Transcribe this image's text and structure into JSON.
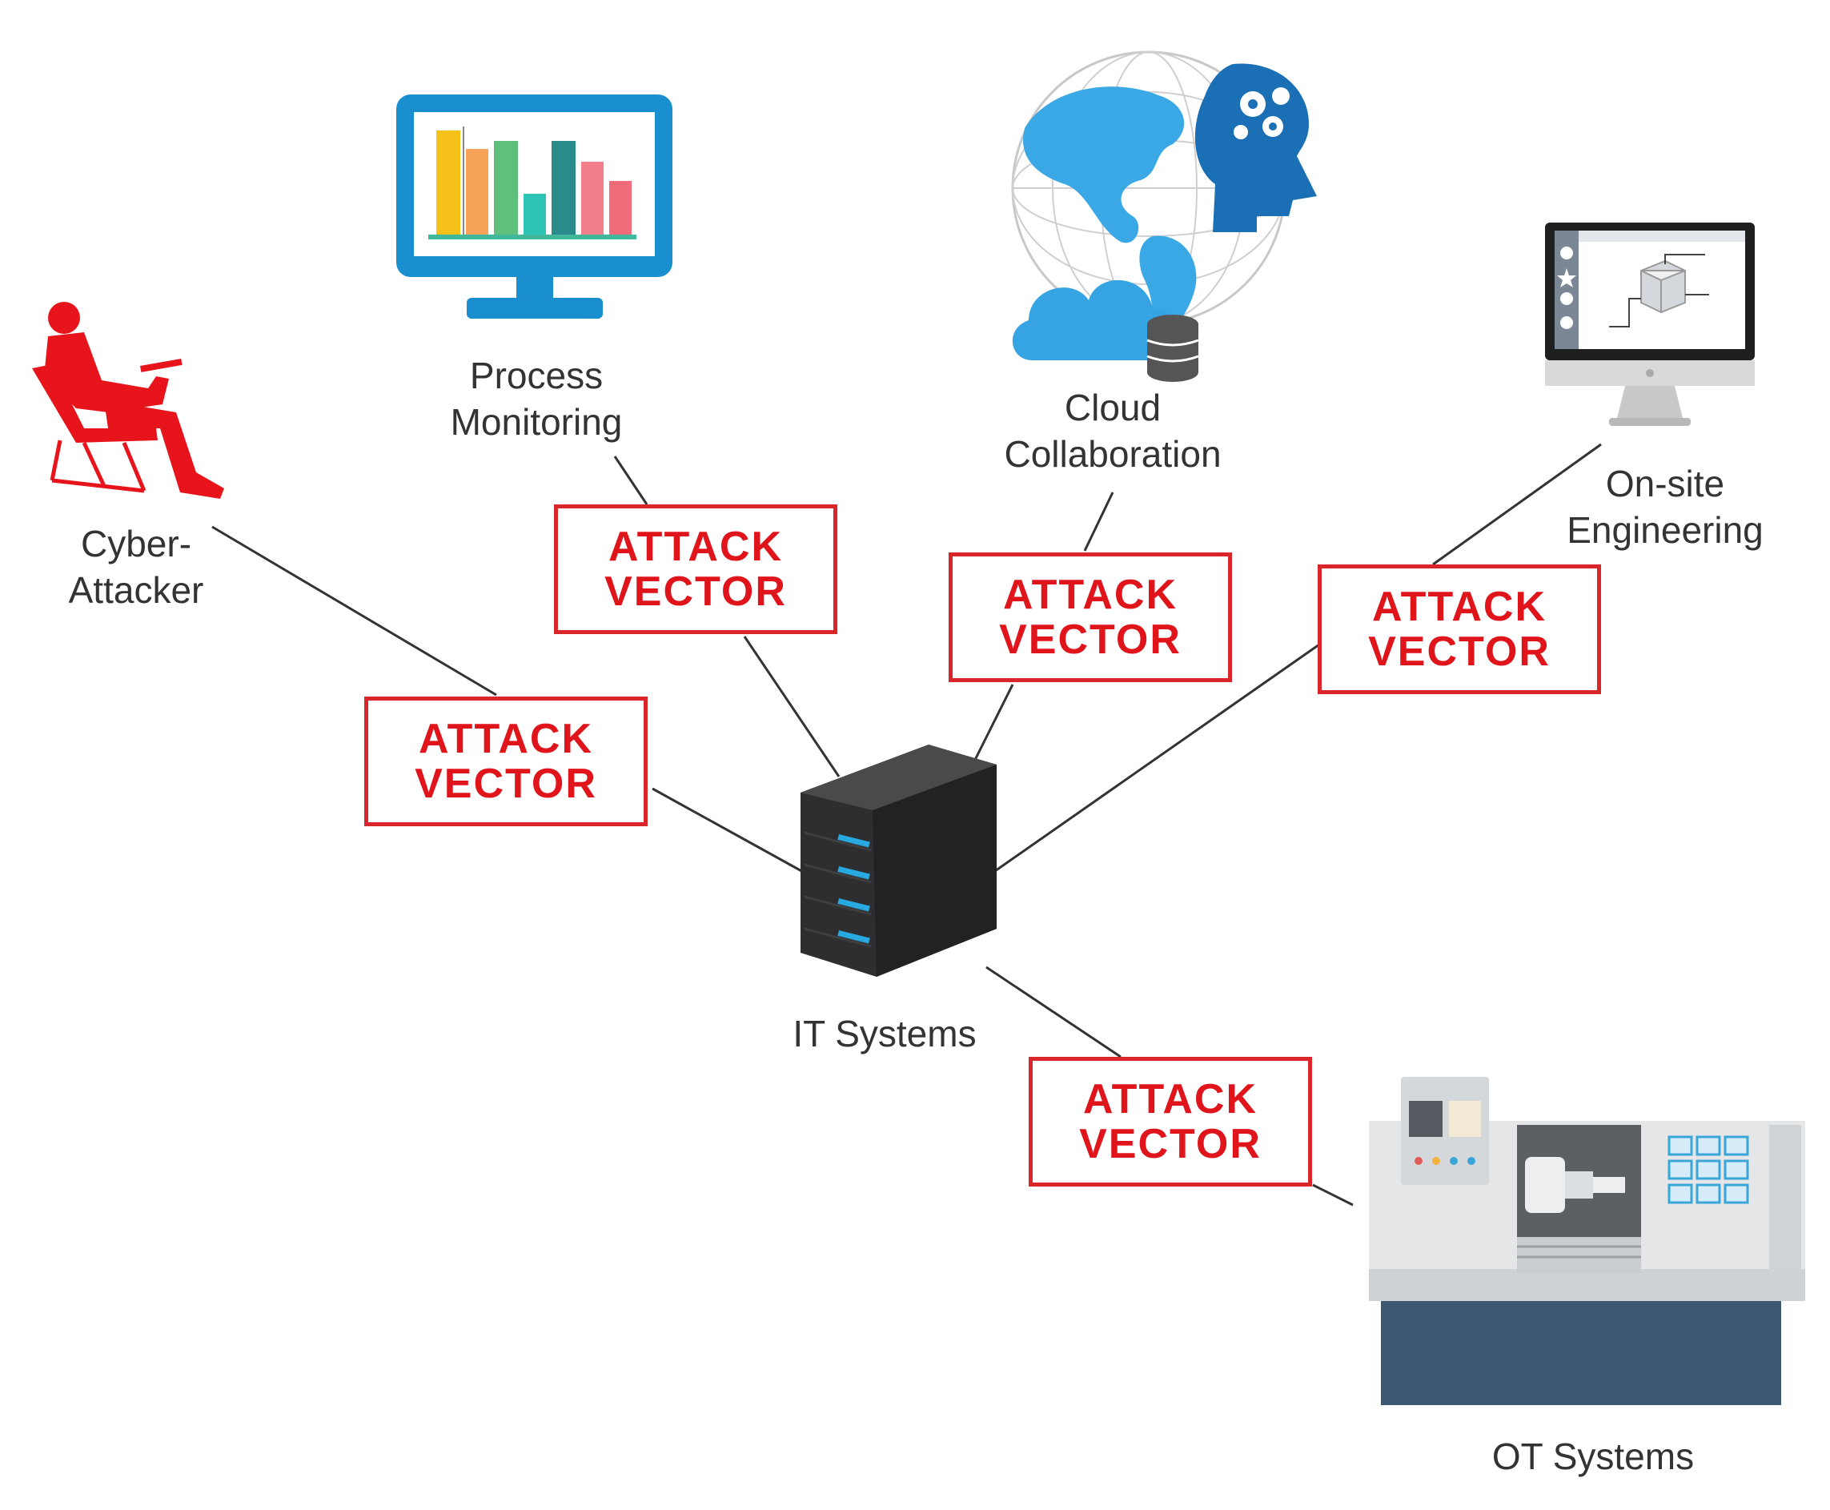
{
  "nodes": {
    "attacker": {
      "line1": "Cyber-",
      "line2": "Attacker"
    },
    "process": {
      "line1": "Process",
      "line2": "Monitoring"
    },
    "cloud": {
      "line1": "Cloud",
      "line2": "Collaboration"
    },
    "engineering": {
      "line1": "On-site",
      "line2": "Engineering"
    },
    "it": {
      "label": "IT Systems"
    },
    "ot": {
      "label": "OT Systems"
    }
  },
  "vectors": [
    {
      "line1": "ATTACK",
      "line2": "VECTOR"
    },
    {
      "line1": "ATTACK",
      "line2": "VECTOR"
    },
    {
      "line1": "ATTACK",
      "line2": "VECTOR"
    },
    {
      "line1": "ATTACK",
      "line2": "VECTOR"
    },
    {
      "line1": "ATTACK",
      "line2": "VECTOR"
    }
  ],
  "colors": {
    "attack_red": "#e0141b",
    "attacker_red": "#e8141c",
    "monitor_blue": "#1a8fd0",
    "server_dark": "#2e2e30",
    "server_led": "#29a9e1",
    "connector": "#333333"
  }
}
